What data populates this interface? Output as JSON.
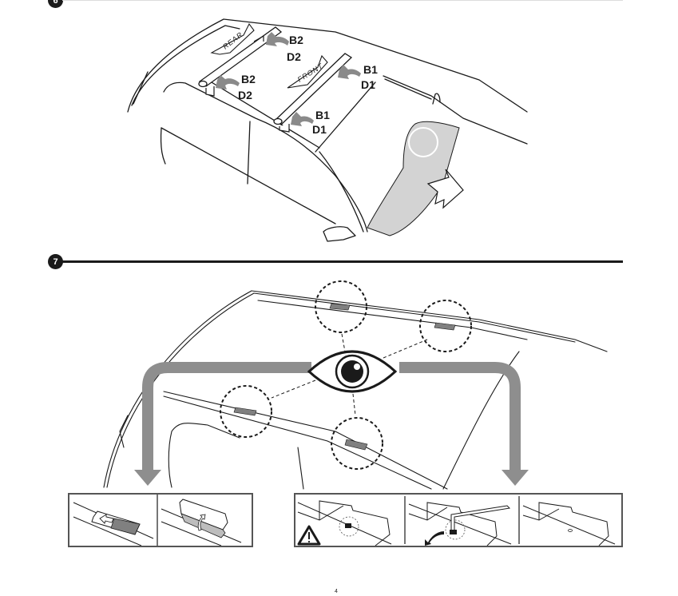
{
  "page": {
    "page_number": "4"
  },
  "step6": {
    "number": "6",
    "labels": {
      "rear_ribbon": "REAR",
      "front_ribbon": "FRONT",
      "rear_top_b": "B2",
      "rear_top_d": "D2",
      "rear_bottom_b": "B2",
      "rear_bottom_d": "D2",
      "front_top_b": "B1",
      "front_top_d": "D1",
      "front_bottom_b": "B1",
      "front_bottom_d": "D1"
    },
    "colors": {
      "arrow": "#8a8a8a",
      "windshield": "#d3d3d3",
      "line": "#1a1a1a"
    }
  },
  "step7": {
    "number": "7",
    "colors": {
      "flow_arrow": "#8e8e8e",
      "cover": "#808080",
      "line": "#1a1a1a"
    },
    "icons": [
      "eye-icon",
      "warning-icon",
      "slide-arrow-icon",
      "rotate-arrow-icon",
      "hex-key-icon"
    ]
  }
}
